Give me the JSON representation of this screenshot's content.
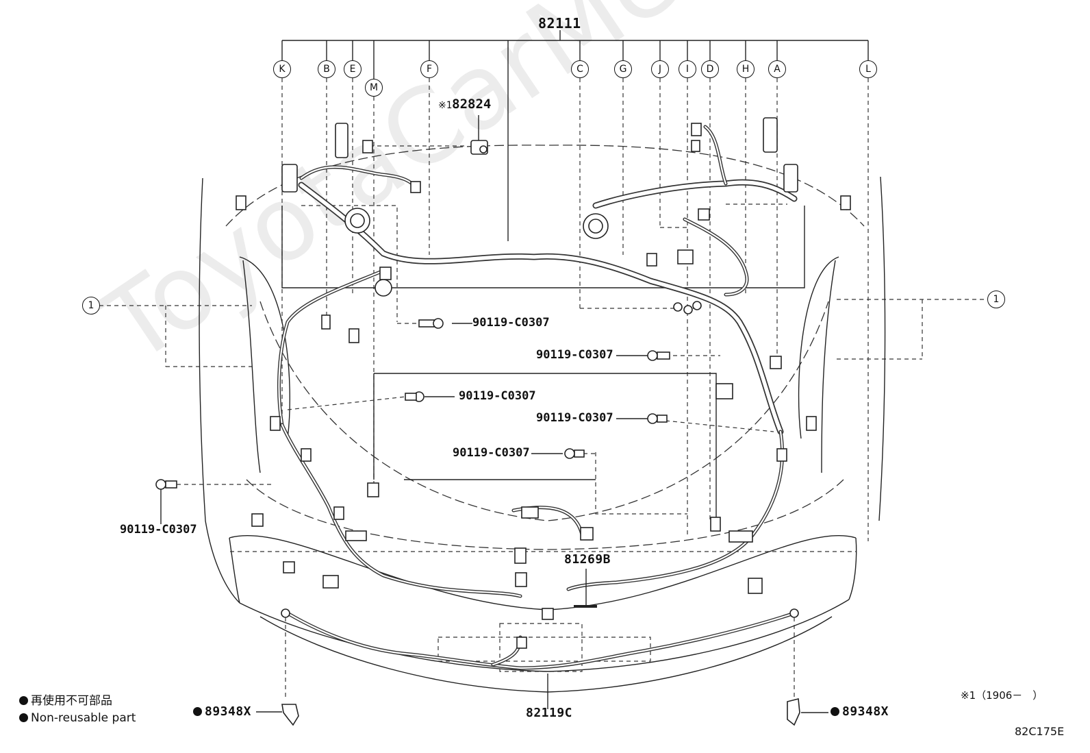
{
  "diagram": {
    "main_part": "82111",
    "callouts": [
      "K",
      "B",
      "E",
      "M",
      "F",
      "C",
      "G",
      "J",
      "I",
      "D",
      "H",
      "A",
      "L"
    ],
    "side_callout": "1",
    "parts": {
      "sensor_note_symbol": "※1",
      "sensor": "82824",
      "bolt": "90119-C0307",
      "center_clamp": "81269B",
      "front_harness": "82119C",
      "clip": "89348X"
    },
    "legend": {
      "jp": "再使用不可部品",
      "en": "Non-reusable part"
    },
    "footnote": "※1（1906－　）",
    "figure_id": "82C175E",
    "watermark": "ToyotaCarMe.ru"
  }
}
